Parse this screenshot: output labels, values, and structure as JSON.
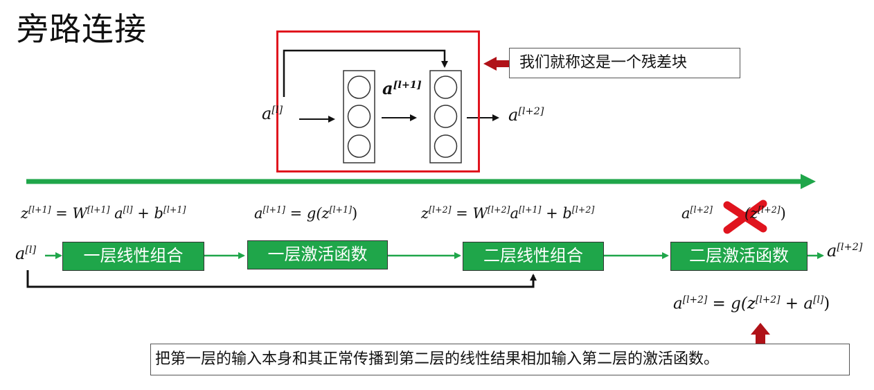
{
  "title": "旁路连接",
  "callout": {
    "text": "我们就称这是一个残差块"
  },
  "block": {
    "input_label": "a",
    "input_sup": "[l]",
    "mid_label": "a",
    "mid_sup": "[l+1]",
    "output_label": "a",
    "output_sup": "[l+2]"
  },
  "equations": {
    "z1": {
      "lhs": "z",
      "lhs_sup": "[l+1]",
      "op": " = ",
      "w": "W",
      "w_sup": "[l+1]",
      "a": " a",
      "a_sup": "[l]",
      "plus": " + ",
      "b": "b",
      "b_sup": "[l+1]"
    },
    "a1": {
      "lhs": "a",
      "lhs_sup": "[l+1]",
      "rest": " = g(z",
      "rest_sup": "[l+1]",
      "close": ")"
    },
    "z2": {
      "lhs": "z",
      "lhs_sup": "[l+2]",
      "op": " = ",
      "w": "W",
      "w_sup": "[l+2]",
      "a": "a",
      "a_sup": "[l+1]",
      "plus": " + ",
      "b": "b",
      "b_sup": "[l+2]"
    },
    "a2_crossed": {
      "lhs": "a",
      "lhs_sup": "[l+2]",
      "rest": "(z",
      "rest_sup": "[l+2]",
      "close": ")"
    },
    "a2_new": {
      "lhs": "a",
      "lhs_sup": "[l+2]",
      "mid": " = g(z",
      "mid_sup": "[l+2]",
      "plus": " + a",
      "plus_sup": "[l]",
      "close": ")"
    }
  },
  "flow": {
    "input": "a",
    "input_sup": "[l]",
    "output": "a",
    "output_sup": "[l+2]",
    "steps": [
      "一层线性组合",
      "一层激活函数",
      "二层线性组合",
      "二层激活函数"
    ]
  },
  "note": "把第一层的输入本身和其正常传播到第二层的线性结果相加输入第二层的激活函数。",
  "colors": {
    "red": "#e0141e",
    "darkred": "#b01218",
    "green": "#1fa64a",
    "black": "#111111"
  }
}
